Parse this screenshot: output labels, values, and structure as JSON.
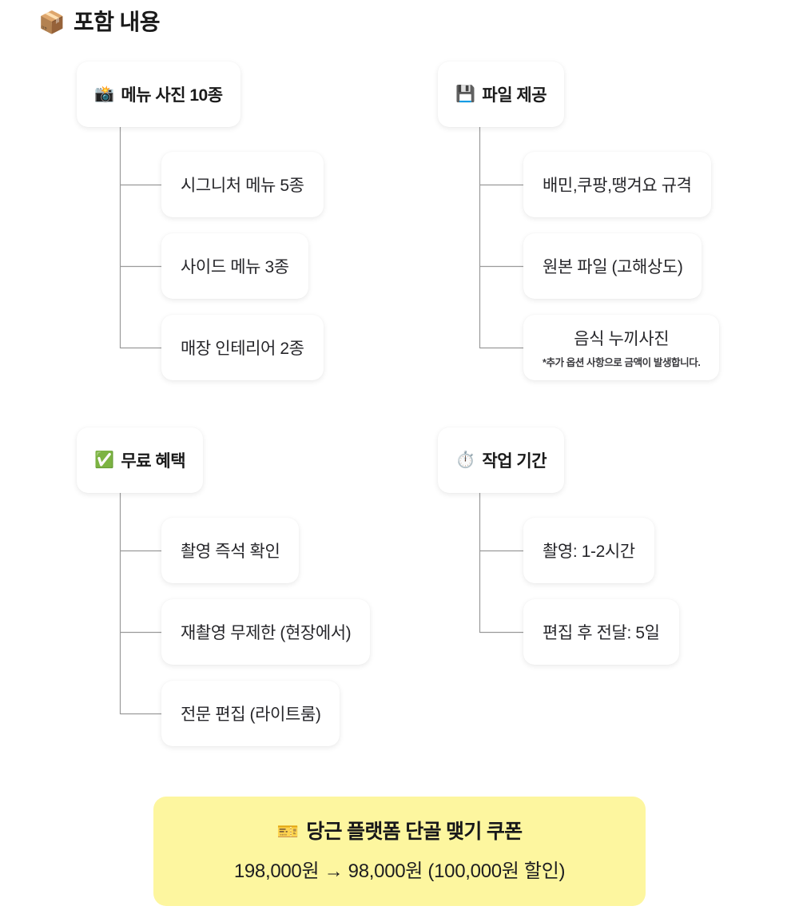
{
  "page": {
    "title": "포함 내용",
    "title_icon": "package-box-icon",
    "title_emoji": "📦",
    "background_color": "#ffffff"
  },
  "colors": {
    "card_background": "#ffffff",
    "connector_line": "#9a9a9a",
    "coupon_background": "#FDF69F",
    "text_primary": "#1a1a1a",
    "text_note": "#3a3a3e"
  },
  "groups": [
    {
      "id": "menu-photos",
      "icon": "camera-with-flash-icon",
      "emoji": "📸",
      "heading": "메뉴 사진 10종",
      "children": [
        {
          "label": "시그니처 메뉴 5종",
          "note": ""
        },
        {
          "label": "사이드 메뉴 3종",
          "note": ""
        },
        {
          "label": "매장 인테리어 2종",
          "note": ""
        }
      ]
    },
    {
      "id": "file-delivery",
      "icon": "floppy-disk-icon",
      "emoji": "💾",
      "heading": "파일 제공",
      "children": [
        {
          "label": "배민,쿠팡,땡겨요 규격",
          "note": ""
        },
        {
          "label": "원본 파일 (고해상도)",
          "note": ""
        },
        {
          "label": "음식 누끼사진",
          "note": "*추가 옵션 사항으로 금액이 발생합니다."
        }
      ]
    },
    {
      "id": "free-benefits",
      "icon": "white-check-mark-icon",
      "emoji": "✅",
      "heading": "무료 혜택",
      "children": [
        {
          "label": "촬영 즉석 확인",
          "note": ""
        },
        {
          "label": "재촬영 무제한 (현장에서)",
          "note": ""
        },
        {
          "label": "전문 편집 (라이트룸)",
          "note": ""
        }
      ]
    },
    {
      "id": "work-period",
      "icon": "stopwatch-icon",
      "emoji": "⏱️",
      "heading": "작업 기간",
      "children": [
        {
          "label": "촬영: 1-2시간",
          "note": ""
        },
        {
          "label": "편집 후 전달: 5일",
          "note": ""
        }
      ]
    }
  ],
  "coupon": {
    "icon": "ticket-icon",
    "emoji": "🎫",
    "title": "당근 플랫폼 단골 맺기 쿠폰",
    "price": "198,000원 → 98,000원 (100,000원 할인)",
    "original_price": "198,000원",
    "final_price": "98,000원",
    "discount": "100,000원"
  }
}
